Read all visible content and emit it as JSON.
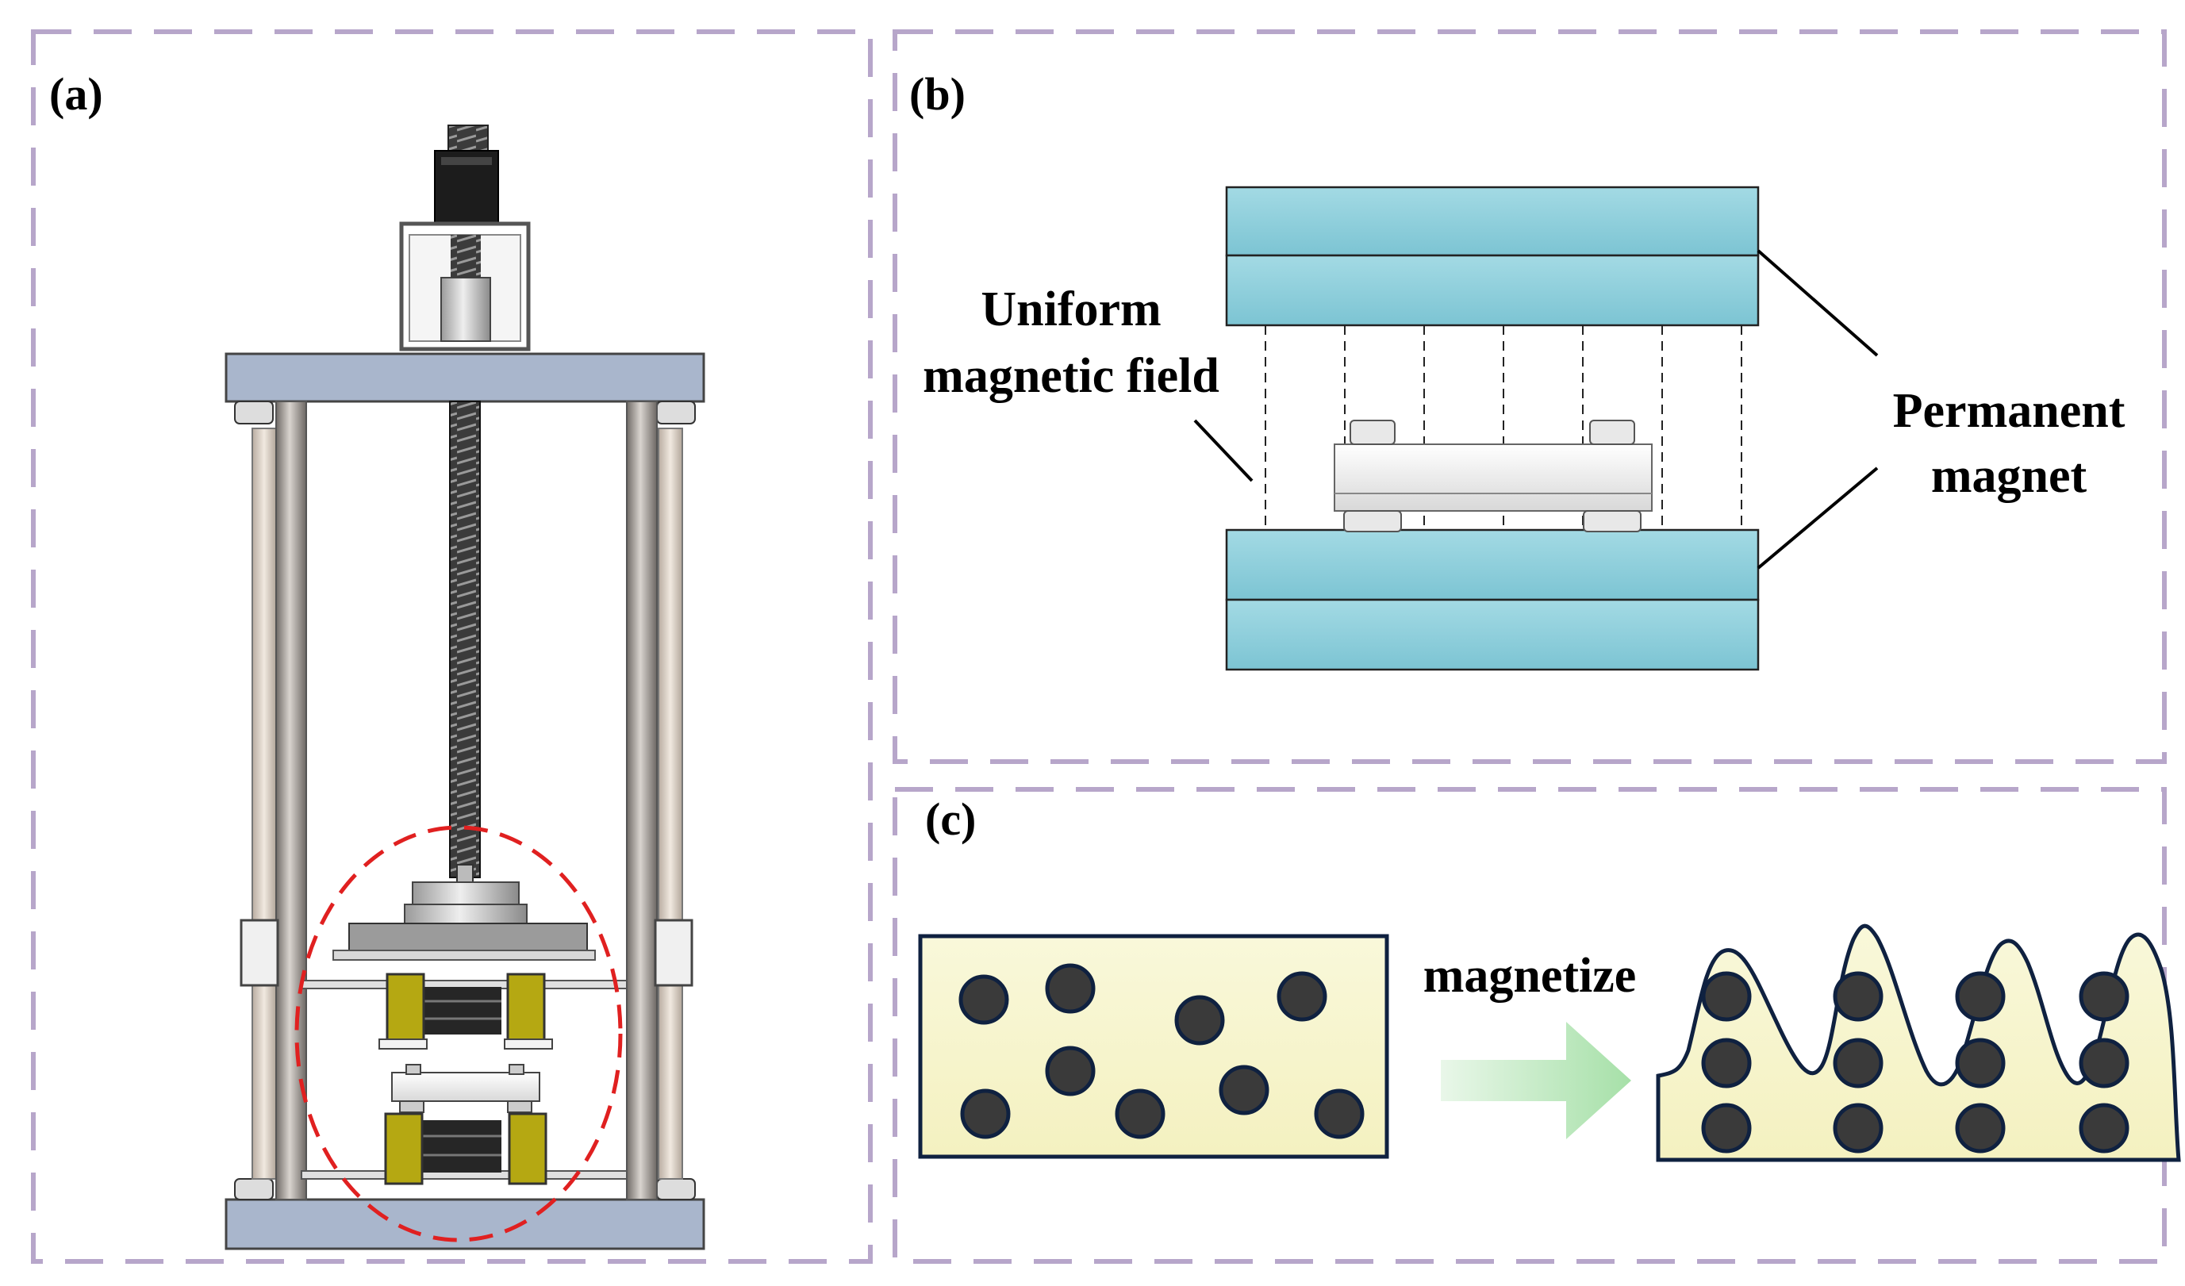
{
  "panels": {
    "a": {
      "label": "(a)"
    },
    "b": {
      "label": "(b)",
      "field_label_line1": "Uniform",
      "field_label_line2": "magnetic field",
      "magnet_label_line1": "Permanent",
      "magnet_label_line2": "magnet"
    },
    "c": {
      "label": "(c)",
      "arrow_label": "magnetize"
    }
  },
  "colors": {
    "frame": "#b7a6ca",
    "magnet": "#8fd0dc",
    "matrix": "#f8f6cf",
    "particle": "#3a3a3a",
    "arrow": "#b8e6b8",
    "highlight_circle": "#e02020",
    "clamp": "#b5a812"
  }
}
